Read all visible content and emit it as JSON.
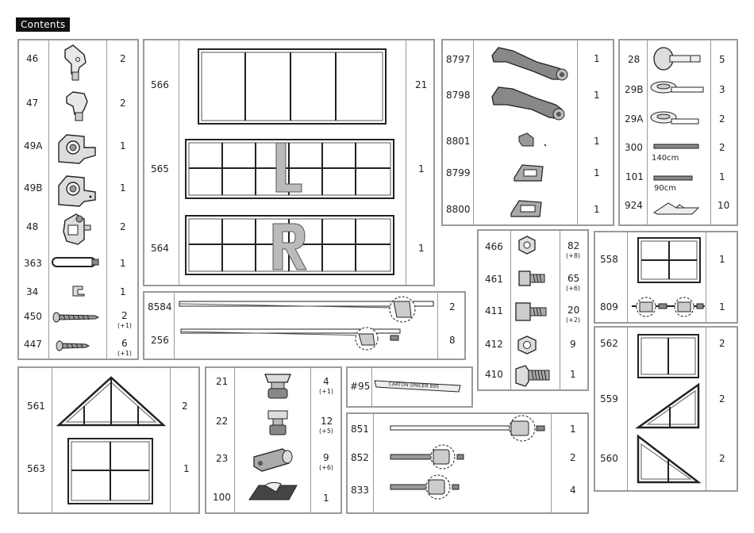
{
  "title": "Contents",
  "box_a": [
    {
      "code": "46",
      "qty": "2",
      "icon": "corner-connector-icon"
    },
    {
      "code": "47",
      "qty": "2",
      "icon": "corner-connector-icon"
    },
    {
      "code": "49A",
      "qty": "1",
      "icon": "bracket-connector-icon"
    },
    {
      "code": "49B",
      "qty": "1",
      "icon": "bracket-connector-icon"
    },
    {
      "code": "48",
      "qty": "2",
      "icon": "lock-bracket-icon"
    },
    {
      "code": "363",
      "qty": "1",
      "icon": "band-loop-icon"
    },
    {
      "code": "34",
      "qty": "1",
      "icon": "clip-icon"
    },
    {
      "code": "450",
      "qty": "2",
      "sub": "(+1)",
      "icon": "long-screw-icon"
    },
    {
      "code": "447",
      "qty": "6",
      "sub": "(+1)",
      "icon": "short-screw-icon"
    }
  ],
  "box_b": [
    {
      "code": "566",
      "qty": "21"
    },
    {
      "code": "565",
      "qty": "1",
      "letter": "L"
    },
    {
      "code": "564",
      "qty": "1",
      "letter": "R"
    }
  ],
  "box_c": [
    {
      "code": "8797",
      "qty": "1"
    },
    {
      "code": "8798",
      "qty": "1"
    },
    {
      "code": "8801",
      "qty": "1"
    },
    {
      "code": "8799",
      "qty": "1"
    },
    {
      "code": "8800",
      "qty": "1"
    }
  ],
  "box_d": [
    {
      "code": "28",
      "qty": "5"
    },
    {
      "code": "29B",
      "qty": "3"
    },
    {
      "code": "29A",
      "qty": "2"
    },
    {
      "code": "300",
      "qty": "2",
      "length": "140cm"
    },
    {
      "code": "101",
      "qty": "1",
      "length": "90cm"
    },
    {
      "code": "924",
      "qty": "10"
    }
  ],
  "box_e": [
    {
      "code": "8584",
      "qty": "2"
    },
    {
      "code": "256",
      "qty": "8"
    }
  ],
  "box_f": [
    {
      "code": "466",
      "qty": "82",
      "sub": "(+8)"
    },
    {
      "code": "461",
      "qty": "65",
      "sub": "(+6)"
    },
    {
      "code": "411",
      "qty": "20",
      "sub": "(+2)"
    },
    {
      "code": "412",
      "qty": "9"
    },
    {
      "code": "410",
      "qty": "1"
    }
  ],
  "box_g": [
    {
      "code": "558",
      "qty": "1"
    },
    {
      "code": "809",
      "qty": "1"
    }
  ],
  "box_h": [
    {
      "code": "562",
      "qty": "2"
    },
    {
      "code": "559",
      "qty": "2"
    },
    {
      "code": "560",
      "qty": "2"
    }
  ],
  "box_i": [
    {
      "code": "561",
      "qty": "2"
    },
    {
      "code": "563",
      "qty": "1"
    }
  ],
  "box_j": [
    {
      "code": "21",
      "qty": "4",
      "sub": "(+1)"
    },
    {
      "code": "22",
      "qty": "12",
      "sub": "(+5)"
    },
    {
      "code": "23",
      "qty": "9",
      "sub": "(+6)"
    },
    {
      "code": "100",
      "qty": "1"
    }
  ],
  "box_k": {
    "code": "#95",
    "label": "CARTON SPACER 895"
  },
  "box_l": [
    {
      "code": "851",
      "qty": "1"
    },
    {
      "code": "852",
      "qty": "2"
    },
    {
      "code": "833",
      "qty": "4"
    }
  ]
}
